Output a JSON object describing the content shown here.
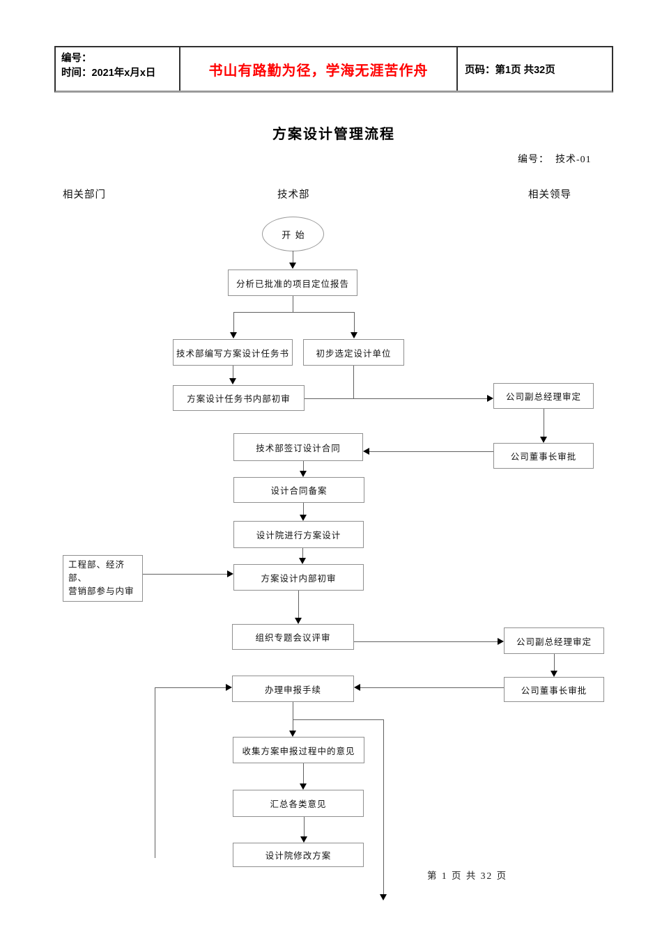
{
  "colors": {
    "slogan": "#ff0000",
    "box_border": "#8f8f8f",
    "line": "#606060"
  },
  "page_header": {
    "left_line1": "编号：",
    "left_line2": "时间：2021年x月x日",
    "slogan": "书山有路勤为径，学海无涯苦作舟",
    "page_info": "页码：第1页 共32页"
  },
  "document": {
    "title": "方案设计管理流程",
    "doc_number": "编号：  技术-01",
    "swimlanes": [
      "相关部门",
      "技术部",
      "相关领导"
    ],
    "footer": "第 1 页 共 32 页"
  },
  "flowchart": {
    "start": "开  始",
    "analyze_report": "分析已批准的项目定位报告",
    "write_task": "技术部编写方案设计任务书",
    "select_unit": "初步选定设计单位",
    "internal_review_task": "方案设计任务书内部初审",
    "vp_review_1": "公司副总经理审定",
    "chairman_approve_1": "公司董事长审批",
    "sign_contract": "技术部签订设计合同",
    "contract_record": "设计合同备案",
    "institute_design": "设计院进行方案设计",
    "dept_join": "工程部、经济部、\n营销部参与内审",
    "internal_review_design": "方案设计内部初审",
    "meeting_review": "组织专题会议评审",
    "vp_review_2": "公司副总经理审定",
    "chairman_approve_2": "公司董事长审批",
    "declare": "办理申报手续",
    "collect_opinions": "收集方案申报过程中的意见",
    "summarize": "汇总各类意见",
    "modify": "设计院修改方案"
  }
}
